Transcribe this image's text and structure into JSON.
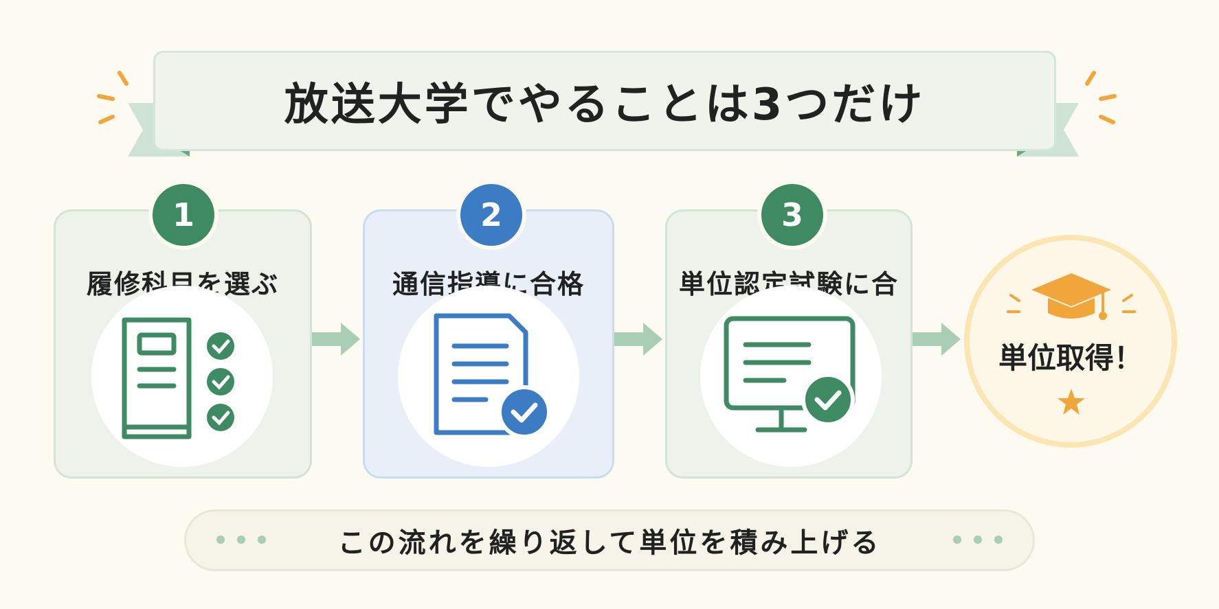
{
  "title": "放送大学でやることは3つだけ",
  "steps": [
    {
      "number": "1",
      "label": "履修科目を選ぶ",
      "icon": "book-checklist-icon",
      "color": "#3d8a63"
    },
    {
      "number": "2",
      "label": "通信指導に合格",
      "icon": "document-check-icon",
      "color": "#3b7cc4"
    },
    {
      "number": "3",
      "label": "単位認定試験に合格",
      "icon": "monitor-check-icon",
      "color": "#3d8a63"
    }
  ],
  "goal": {
    "label": "単位取得！",
    "icons": [
      "graduation-cap-icon",
      "star-icon"
    ],
    "color": "#f2a53a"
  },
  "footer": "この流れを繰り返して単位を積み上げる",
  "colors": {
    "background": "#fdfaf2",
    "green": "#3d8a63",
    "blue": "#3b7cc4",
    "accent": "#f2a53a"
  }
}
